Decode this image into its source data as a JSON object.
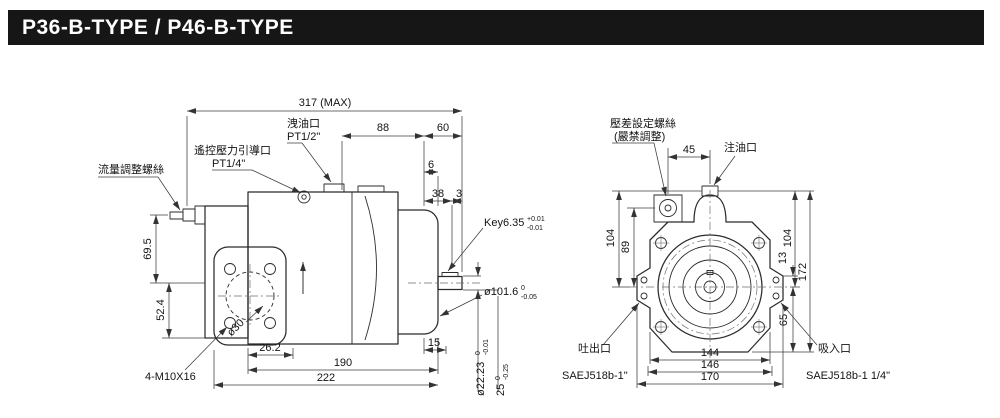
{
  "title": "P36-B-TYPE / P46-B-TYPE",
  "side_view": {
    "callouts": {
      "flow_adjust_screw": "流量調整螺絲",
      "remote_pressure_port": "遙控壓力引導口",
      "remote_pressure_port_size": "PT1/4\"",
      "drain_port": "洩油口",
      "drain_port_size": "PT1/2\"",
      "key_label": "Key6.35",
      "key_tol_upper": "+0.01",
      "key_tol_lower": "-0.01",
      "bolt_holes": "4-M10X16",
      "pilot_circle": "ø30"
    },
    "dims": {
      "overall_length": "317 (MAX)",
      "d88": "88",
      "d60": "60",
      "d6": "6",
      "d38": "38",
      "d3": "3",
      "d69_5": "69.5",
      "d52_4": "52.4",
      "d26_2": "26.2",
      "d190": "190",
      "d222": "222",
      "d15": "15",
      "spigot_dia": "ø101.6",
      "spigot_tol_upper": "0",
      "spigot_tol_lower": "-0.05",
      "shaft_dia": "ø22.23",
      "shaft_tol_upper": "0",
      "shaft_tol_lower": "-0.01",
      "shaft_len": "25",
      "shaft_len_tol_upper": "0",
      "shaft_len_tol_lower": "-0.25"
    }
  },
  "front_view": {
    "callouts": {
      "pressure_diff_screw": "壓差設定螺絲",
      "pressure_diff_warning": "(嚴禁調整)",
      "oil_fill_port": "注油口",
      "outlet_port": "吐出口",
      "outlet_port_size": "SAEJ518b-1\"",
      "inlet_port": "吸入口",
      "inlet_port_size": "SAEJ518b-1 1/4\""
    },
    "dims": {
      "d45": "45",
      "d104_left": "104",
      "d89": "89",
      "d104_right": "104",
      "d172": "172",
      "d13": "13",
      "d65": "65",
      "d144": "144",
      "d146": "146",
      "d170": "170"
    }
  }
}
